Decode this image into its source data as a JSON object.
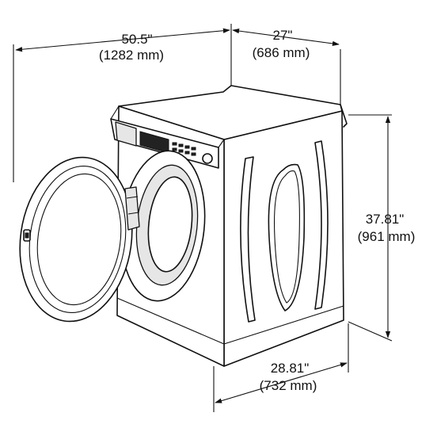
{
  "dimensions": {
    "depth_open": {
      "imperial": "50.5\"",
      "metric": "(1282 mm)"
    },
    "width": {
      "imperial": "27\"",
      "metric": "(686 mm)"
    },
    "height": {
      "imperial": "37.81\"",
      "metric": "(961 mm)"
    },
    "depth": {
      "imperial": "28.81\"",
      "metric": "(732 mm)"
    }
  }
}
